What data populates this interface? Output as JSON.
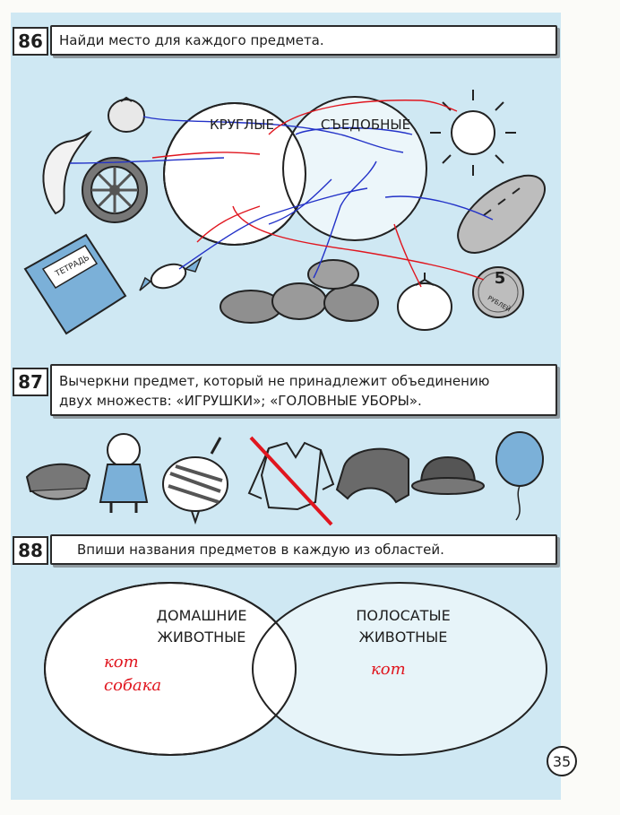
{
  "tasks": [
    {
      "number": "86",
      "text": "Найди место для каждого предмета."
    },
    {
      "number": "87",
      "text_line1": "Вычеркни предмет, который не принадлежит объединению",
      "text_line2": "двух множеств: «ИГРУШКИ»; «ГОЛОВНЫЕ УБОРЫ»."
    },
    {
      "number": "88",
      "text": "Впиши названия предметов в каждую из областей."
    }
  ],
  "task86": {
    "set_left": "КРУГЛЫЕ",
    "set_right": "СЪЕДОБНЫЕ",
    "notebook_text": "ТЕТРАДЬ",
    "coin_value": "5",
    "coin_text": "РУБЛЕЙ"
  },
  "task88": {
    "set_left_line1": "ДОМАШНИЕ",
    "set_left_line2": "ЖИВОТНЫЕ",
    "set_right_line1": "ПОЛОСАТЫЕ",
    "set_right_line2": "ЖИВОТНЫЕ",
    "answers_left": [
      "кот",
      "собака"
    ],
    "answers_right": [
      "кот"
    ]
  },
  "page_number": "35",
  "colors": {
    "panel": "#cfe8f3",
    "pen_red": "#e0161f",
    "pen_blue": "#2332c8",
    "star": "#5b8fd6"
  }
}
